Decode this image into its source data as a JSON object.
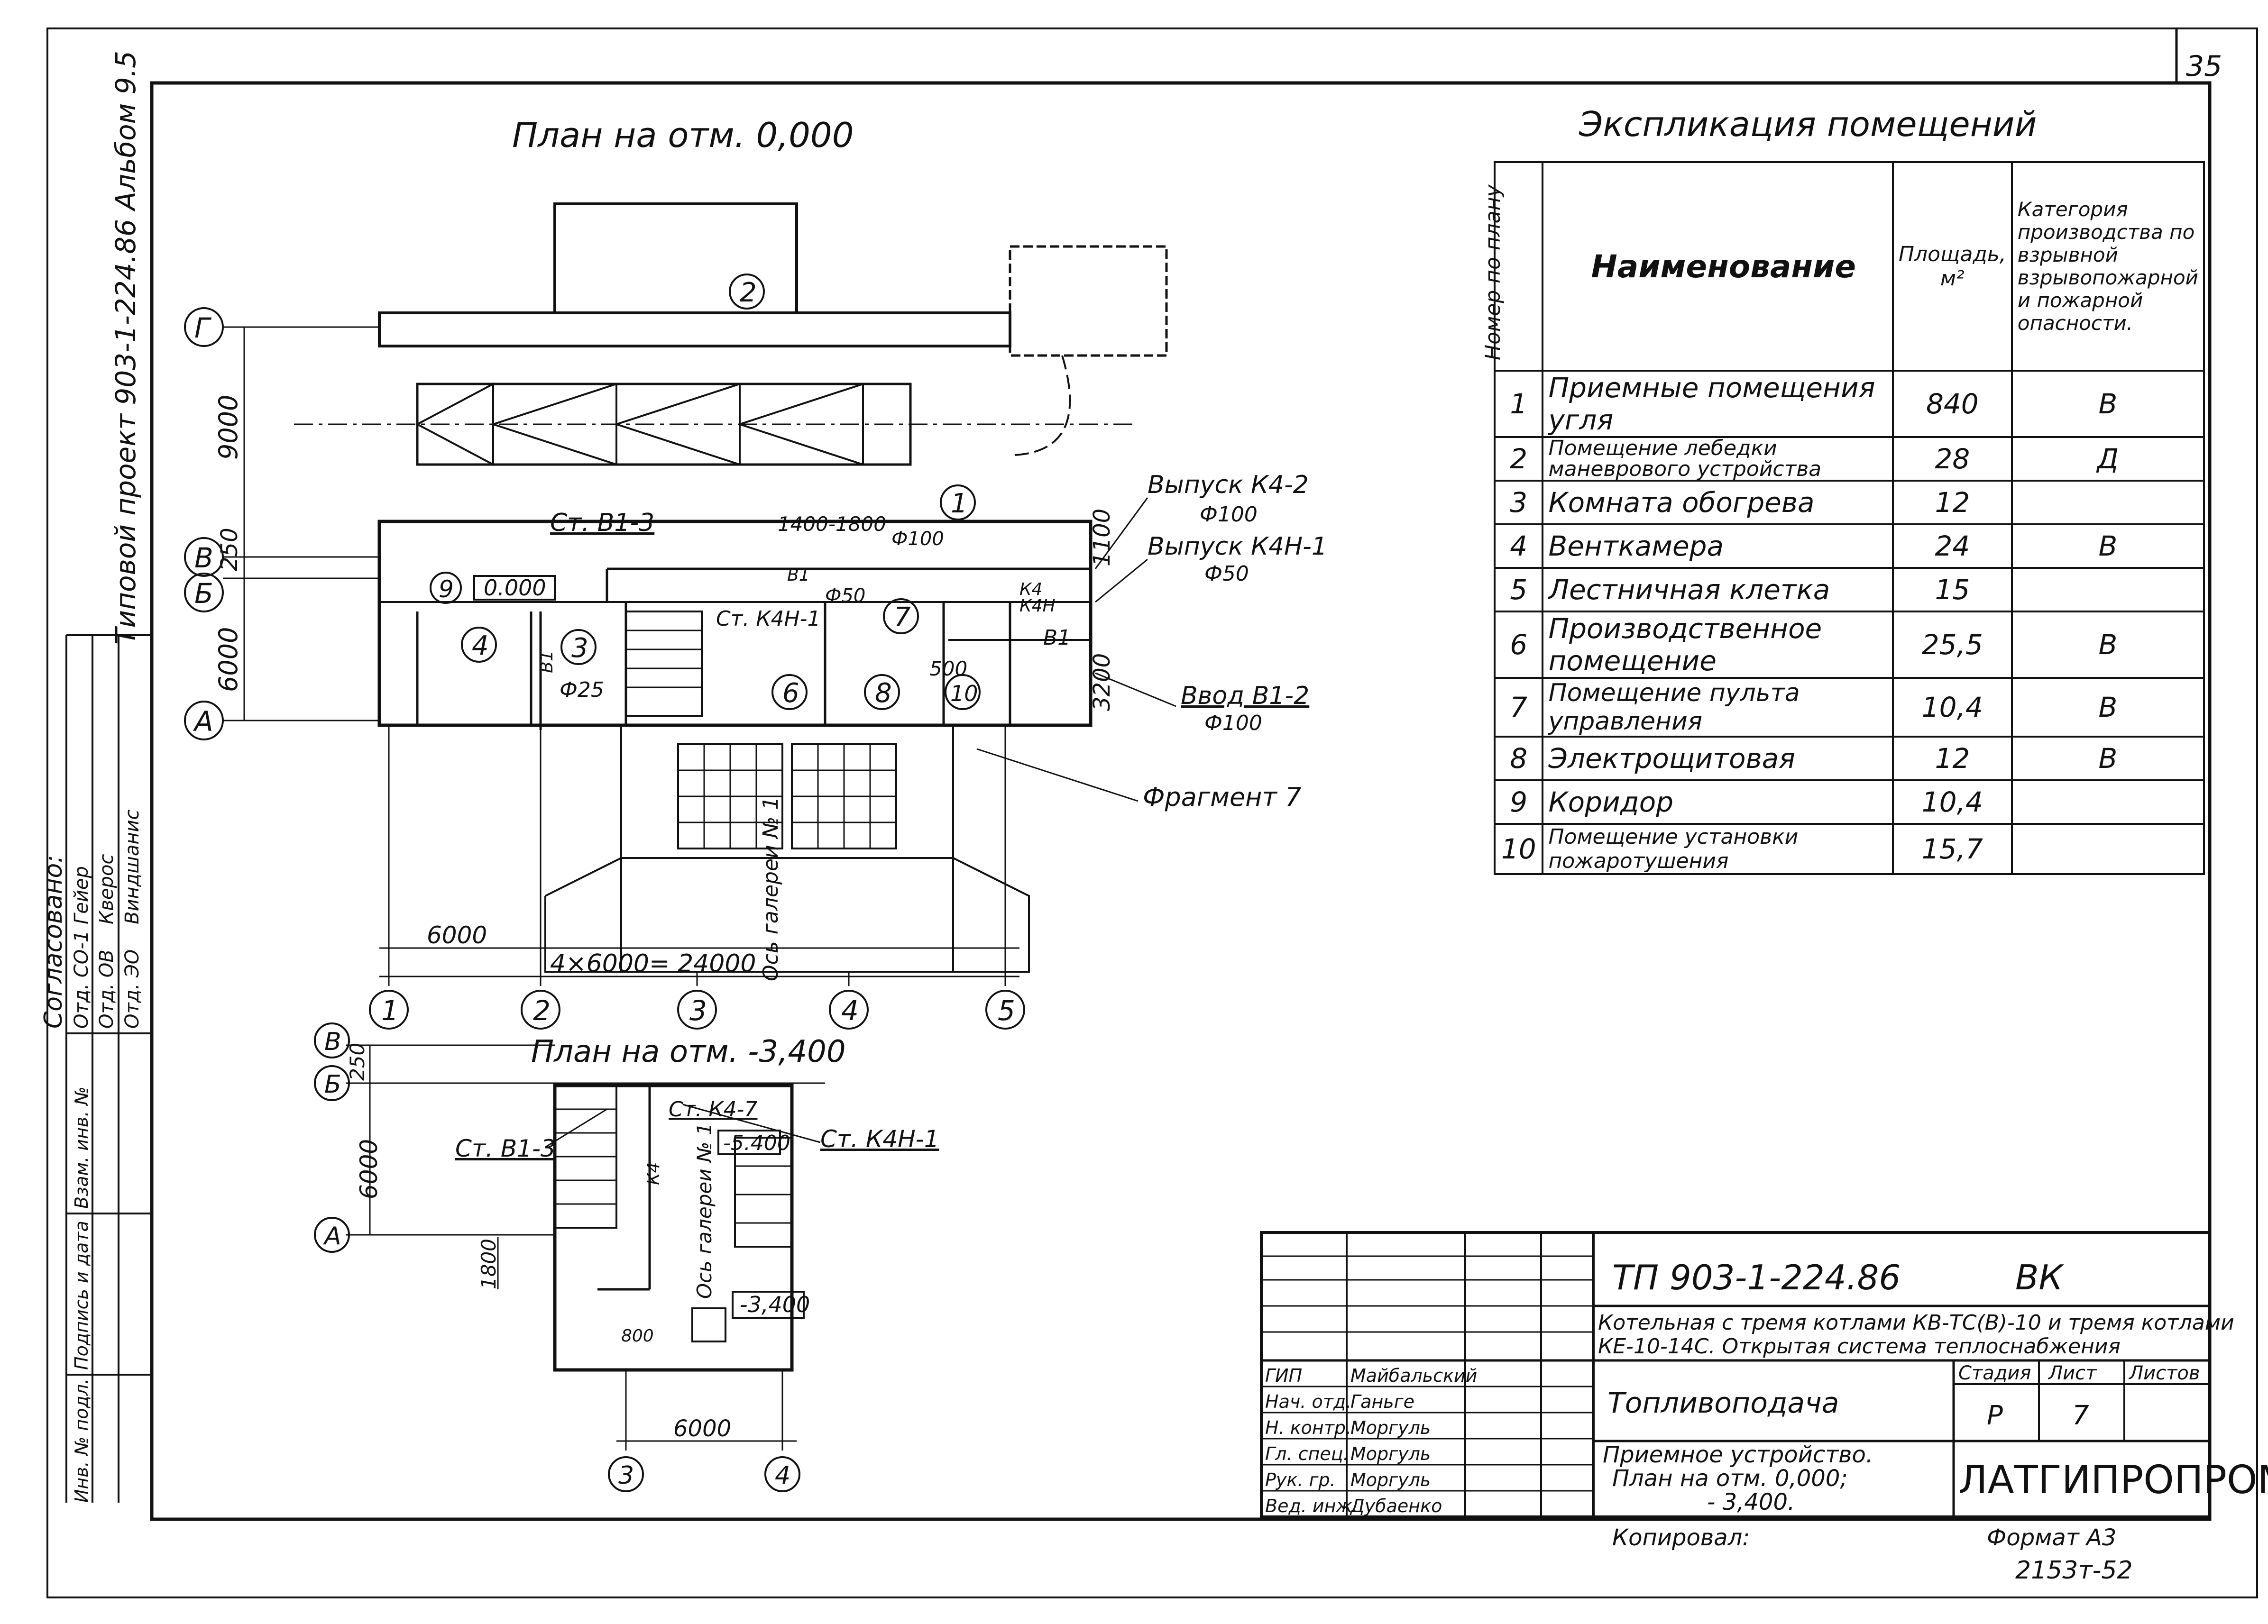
{
  "sheet_number": "35",
  "side_note": "Типовой проект 903-1-224.86 Альбом 9.5",
  "plan_top": {
    "title": "План на отм. 0,000",
    "dim_9000": "9000",
    "dim_250": "250",
    "dim_6000": "6000",
    "dim_1100": "1100",
    "dim_3200": "3200",
    "dim_bottom_6000": "6000",
    "dim_bottom_total": "4×6000= 24000",
    "dim_1400_1800": "1400-1800",
    "dim_500": "500",
    "level": "0.000",
    "axes_letters": [
      "Г",
      "В",
      "Б",
      "А"
    ],
    "axes_numbers": [
      "1",
      "2",
      "3",
      "4",
      "5"
    ],
    "room_numbers": [
      "2",
      "1",
      "9",
      "4",
      "3",
      "6",
      "7",
      "8",
      "10"
    ],
    "labels": {
      "st_b1_3": "Ст. В1-3",
      "st_k4n_1": "Ст. К4Н-1",
      "vypusk_k4_2": "Выпуск К4-2",
      "d100_a": "Ф100",
      "vypusk_k4n_1": "Выпуск К4Н-1",
      "d50": "Ф50",
      "d100_pipe": "Ф100",
      "d50_pipe": "Ф50",
      "vvod_b1_2": "Ввод В1-2",
      "d100_b": "Ф100",
      "fragment_7": "Фрагмент 7",
      "d25": "Ф25",
      "b1_a": "В1",
      "b1_b": "В1",
      "b1_c": "В1",
      "k4": "К4",
      "k4n": "К4Н",
      "gallery": "Ось галереи № 1"
    }
  },
  "plan_bottom": {
    "title": "План на отм. -3,400",
    "dim_250": "250",
    "dim_6000": "6000",
    "dim_1800": "1800",
    "dim_800": "800",
    "dim_bottom_6000": "6000",
    "level_1": "-5.400",
    "level_2": "-3,400",
    "axes_letters": [
      "В",
      "Б",
      "А"
    ],
    "axes_numbers": [
      "3",
      "4"
    ],
    "labels": {
      "st_b1_3": "Ст. В1-3",
      "st_k4_7": "Ст. К4-7",
      "st_k4n_1": "Ст. К4Н-1",
      "k4": "К4",
      "gallery": "Ось галереи № 1"
    }
  },
  "explication": {
    "title": "Экспликация помещений",
    "headers": {
      "num": "Номер по плану",
      "name": "Наименование",
      "area": "Площадь, м²",
      "category": "Категория производства по взрывной взрывопожарной и пожарной опасности."
    },
    "rows": [
      {
        "num": "1",
        "name": "Приемные помещения угля",
        "area": "840",
        "cat": "В"
      },
      {
        "num": "2",
        "name": "Помещение лебедки маневрового устройства",
        "area": "28",
        "cat": "Д"
      },
      {
        "num": "3",
        "name": "Комната обогрева",
        "area": "12",
        "cat": ""
      },
      {
        "num": "4",
        "name": "Венткамера",
        "area": "24",
        "cat": "В"
      },
      {
        "num": "5",
        "name": "Лестничная клетка",
        "area": "15",
        "cat": ""
      },
      {
        "num": "6",
        "name": "Производственное помещение",
        "area": "25,5",
        "cat": "В"
      },
      {
        "num": "7",
        "name": "Помещение пульта управления",
        "area": "10,4",
        "cat": "В"
      },
      {
        "num": "8",
        "name": "Электрощитовая",
        "area": "12",
        "cat": "В"
      },
      {
        "num": "9",
        "name": "Коридор",
        "area": "10,4",
        "cat": ""
      },
      {
        "num": "10",
        "name": "Помещение установки пожаротушения",
        "area": "15,7",
        "cat": ""
      }
    ]
  },
  "agreed_block": {
    "title": "Согласовано:",
    "depts": [
      "Отд. СО-1",
      "Отд. ОВ",
      "Отд. ЭО"
    ],
    "names": [
      "Гейер",
      "Кверос",
      "Виндшанис"
    ]
  },
  "left_strip": [
    "Инв. № подл.",
    "Подпись и дата",
    "Взам. инв. №"
  ],
  "title_block": {
    "code": "ТП 903-1-224.86",
    "mark": "ВК",
    "project_line1": "Котельная с тремя котлами КВ-ТС(В)-10 и тремя котлами",
    "project_line2": "КЕ-10-14С. Открытая система теплоснабжения",
    "section": "Топливоподача",
    "drawing_line1": "Приемное устройство.",
    "drawing_line2": "План на отм. 0,000;",
    "drawing_line3": "- 3,400.",
    "stage_label": "Стадия",
    "sheet_label": "Лист",
    "sheets_label": "Листов",
    "stage": "Р",
    "sheet": "7",
    "org": "ЛАТГИПРОПРОМ",
    "roles": [
      "ГИП",
      "Нач. отд.",
      "Н. контр.",
      "Гл. спец.",
      "Рук. гр.",
      "Вед. инж."
    ],
    "people": [
      "Майбальский",
      "Ганьге",
      "Моргуль",
      "Моргуль",
      "Моргуль",
      "Дубаенко"
    ],
    "copied": "Копировал:",
    "format": "Формат А3",
    "inv": "2153т-52"
  }
}
